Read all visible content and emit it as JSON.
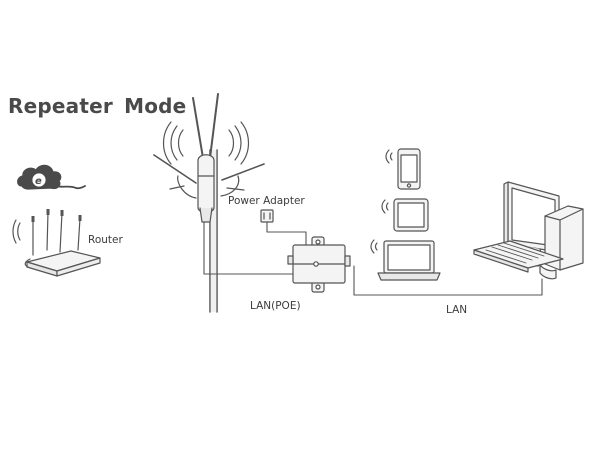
{
  "title": "Repeater Mode",
  "labels": {
    "router": "Router",
    "power_adapter": "Power Adapter",
    "lan_poe": "LAN(POE)",
    "lan": "LAN"
  },
  "icons": [
    "cloud-e-icon",
    "router-icon",
    "outdoor-ap-icon",
    "power-adapter-icon",
    "poe-injector-icon",
    "smartphone-icon",
    "tablet-icon",
    "laptop-icon",
    "desktop-pc-icon",
    "wifi-signal-icon"
  ],
  "colors": {
    "stroke": "#555555",
    "fill": "#f4f4f4",
    "dark": "#4a4a4a",
    "title": "#4a4a4a"
  }
}
